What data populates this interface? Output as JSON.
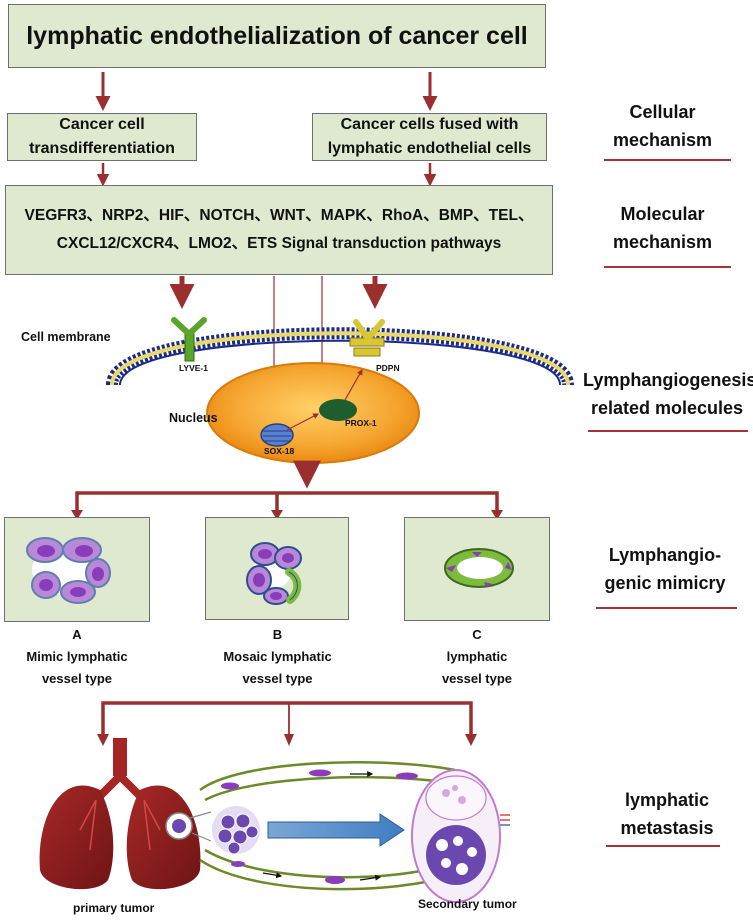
{
  "title": "lymphatic endothelialization of cancer cell",
  "boxes": {
    "transdiff": [
      "Cancer cell",
      "transdifferentiation"
    ],
    "fused": [
      "Cancer cells fused with",
      "lymphatic endothelial cells"
    ]
  },
  "molecular": {
    "line1": "VEGFR3、NRP2、HIF、NOTCH、WNT、MAPK、RhoA、BMP、TEL、",
    "line2": "CXCL12/CXCR4、LMO2、ETS  Signal transduction pathways"
  },
  "side_labels": {
    "cellular": [
      "Cellular",
      "mechanism"
    ],
    "molecular": [
      "Molecular",
      "mechanism"
    ],
    "lymphangiogenesis": [
      "Lymphangiogenesis",
      "related molecules"
    ],
    "mimicry": [
      "Lymphangio-",
      "genic mimicry"
    ],
    "metastasis": [
      "lymphatic",
      "metastasis"
    ]
  },
  "cell": {
    "membrane": "Cell membrane",
    "nucleus": "Nucleus",
    "lyve1": "LYVE-1",
    "pdpn": "PDPN",
    "prox1": "PROX-1",
    "sox18": "SOX-18"
  },
  "types": [
    {
      "letter": "A",
      "name": [
        "Mimic lymphatic",
        "vessel type"
      ]
    },
    {
      "letter": "B",
      "name": [
        "Mosaic lymphatic",
        "vessel type"
      ]
    },
    {
      "letter": "C",
      "name": [
        "lymphatic",
        "vessel type"
      ]
    }
  ],
  "tumors": {
    "primary": "primary tumor",
    "secondary": "Secondary tumor"
  },
  "colors": {
    "box_fill": "#dfe9cf",
    "arrow": "#9b2f2f",
    "cancer_cell": "#9b5fc4",
    "endothelial": "#7dbb3c",
    "lung": "#8e1c1c"
  }
}
